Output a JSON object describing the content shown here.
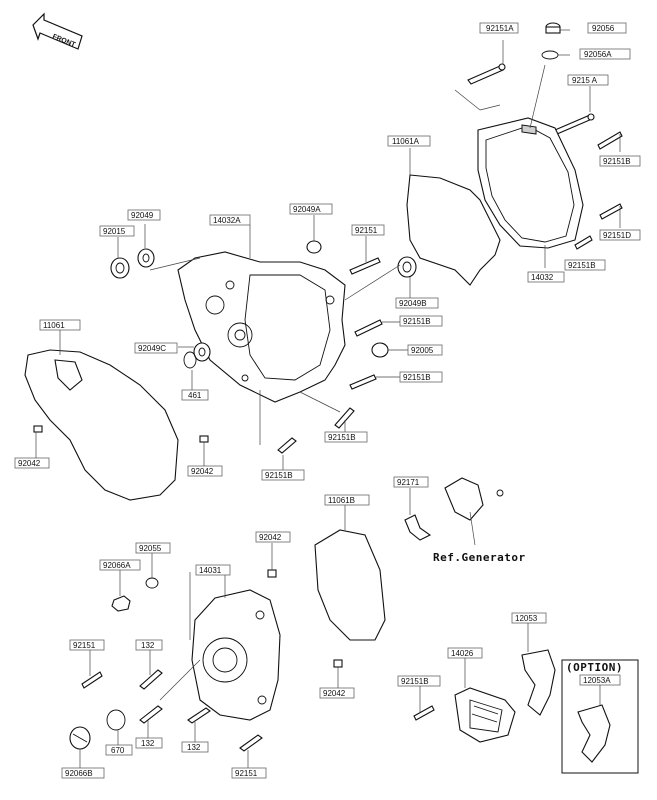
{
  "front_arrow": {
    "text": "FRONT"
  },
  "ref_generator": "Ref.Generator",
  "option_box": {
    "title": "(OPTION)",
    "part": "12053A"
  },
  "labels": {
    "p92151A": "92151A",
    "p92056": "92056",
    "p92056A": "92056A",
    "p92151A2": "9215 A",
    "p11061A": "11061A",
    "p92151B_a": "92151B",
    "p92151D": "92151D",
    "p92151B_b": "92151B",
    "p14032": "14032",
    "p92049": "92049",
    "p92015": "92015",
    "p14032A": "14032A",
    "p92049A": "92049A",
    "p92151_top": "92151",
    "p92049B": "92049B",
    "p92151B_c": "92151B",
    "p11061": "11061",
    "p92049C": "92049C",
    "p92005": "92005",
    "p92151B_d": "92151B",
    "p461": "461",
    "p92151B_e": "92151B",
    "p92042_a": "92042",
    "p92042_b": "92042",
    "p92151B_f": "92151B",
    "p11061B": "11061B",
    "p92171": "92171",
    "p92055": "92055",
    "p92042_c": "92042",
    "p92066A": "92066A",
    "p14031": "14031",
    "p92151_l": "92151",
    "p132_a": "132",
    "p12053": "12053",
    "p14026": "14026",
    "p92151B_g": "92151B",
    "p92042_d": "92042",
    "p670": "670",
    "p132_b": "132",
    "p132_c": "132",
    "p92066B": "92066B",
    "p92151_b": "92151"
  }
}
